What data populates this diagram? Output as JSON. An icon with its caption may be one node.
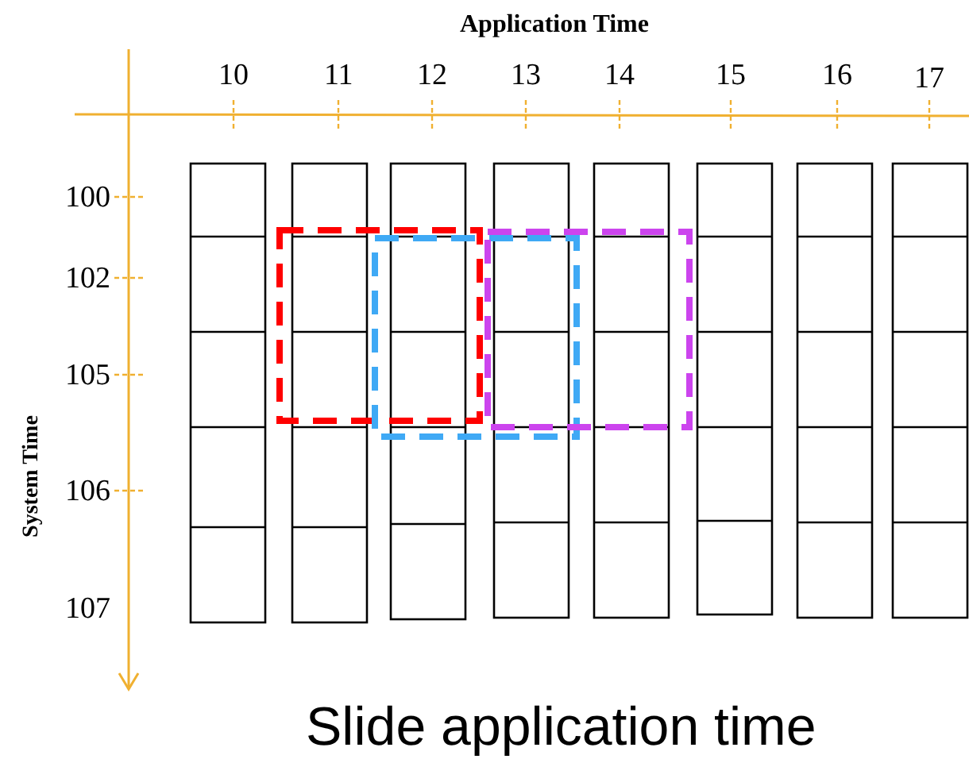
{
  "diagram": {
    "caption": "Slide application time",
    "labels": [
      "Application Time",
      "10",
      "11",
      "12",
      "13",
      "14",
      "15",
      "16",
      "17",
      "100",
      "102",
      "105",
      "106",
      "107",
      "System Time"
    ]
  }
}
